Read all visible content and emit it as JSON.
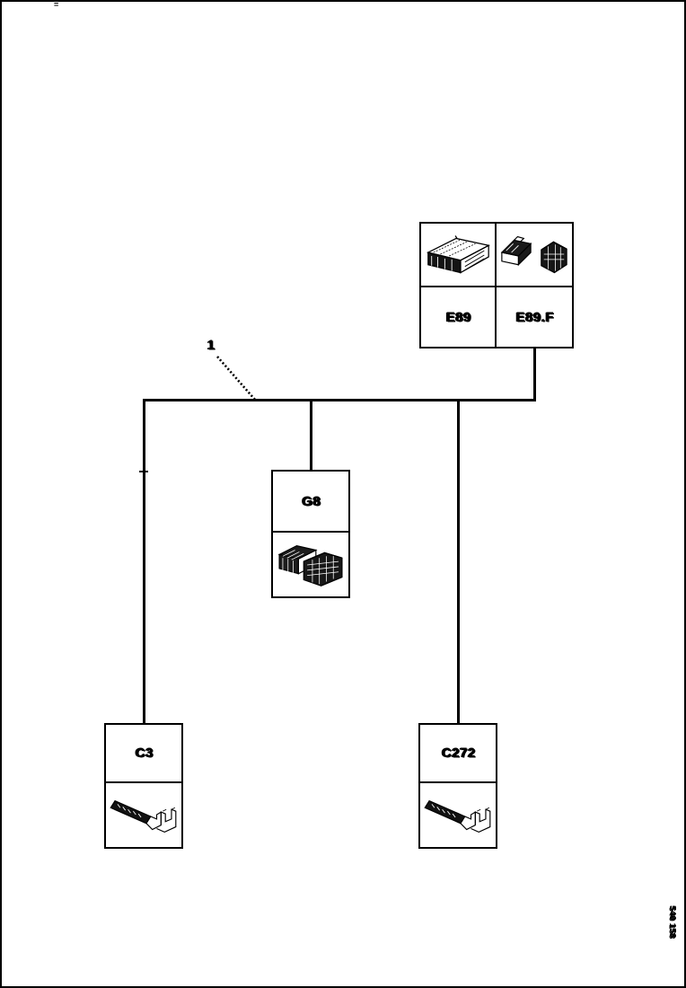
{
  "page": {
    "corner_mark": "=",
    "doc_number": "540 158"
  },
  "callout": {
    "label": "1"
  },
  "connector_table": {
    "columns": [
      {
        "label": "E89",
        "image": "control-unit-isometric"
      },
      {
        "label": "E89.F",
        "image": "connector-pair-isometric"
      }
    ]
  },
  "nodes": [
    {
      "id": "g8",
      "label": "G8",
      "image": "connector-block-isometric"
    },
    {
      "id": "c3",
      "label": "C3",
      "image": "terminal-bracket-isometric"
    },
    {
      "id": "c272",
      "label": "C272",
      "image": "terminal-bracket-isometric"
    }
  ],
  "colors": {
    "line": "#000000",
    "background": "#ffffff"
  }
}
